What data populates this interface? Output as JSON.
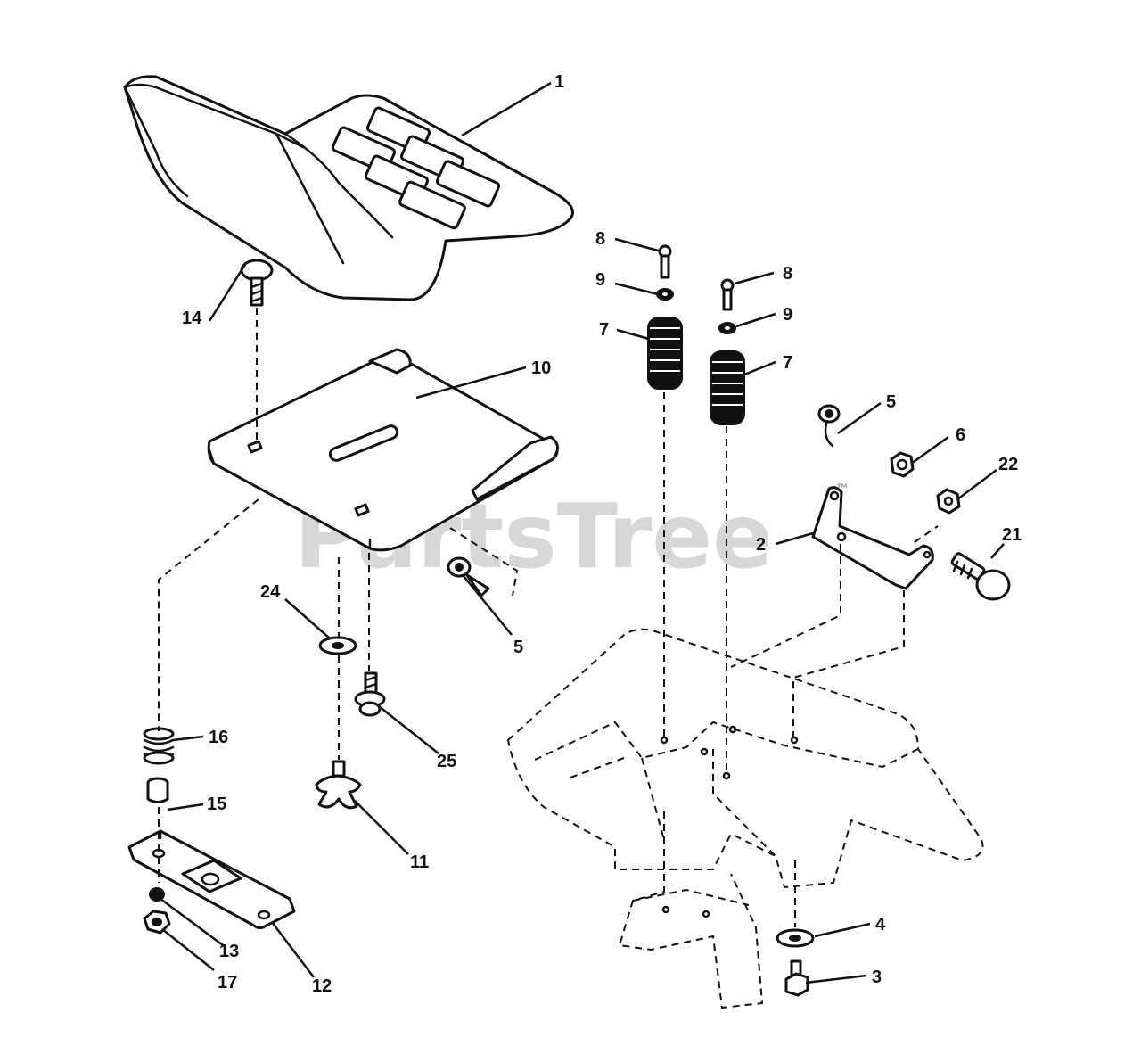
{
  "watermark": {
    "text": "PartsTree",
    "mark": "™"
  },
  "callouts": [
    {
      "id": "c1",
      "label": "1"
    },
    {
      "id": "c14",
      "label": "14"
    },
    {
      "id": "c10",
      "label": "10"
    },
    {
      "id": "c8a",
      "label": "8"
    },
    {
      "id": "c9a",
      "label": "9"
    },
    {
      "id": "c7a",
      "label": "7"
    },
    {
      "id": "c8b",
      "label": "8"
    },
    {
      "id": "c9b",
      "label": "9"
    },
    {
      "id": "c7b",
      "label": "7"
    },
    {
      "id": "c5a",
      "label": "5"
    },
    {
      "id": "c6",
      "label": "6"
    },
    {
      "id": "c22",
      "label": "22"
    },
    {
      "id": "c2",
      "label": "2"
    },
    {
      "id": "c21",
      "label": "21"
    },
    {
      "id": "c5b",
      "label": "5"
    },
    {
      "id": "c24",
      "label": "24"
    },
    {
      "id": "c25",
      "label": "25"
    },
    {
      "id": "c16",
      "label": "16"
    },
    {
      "id": "c15",
      "label": "15"
    },
    {
      "id": "c11",
      "label": "11"
    },
    {
      "id": "c13",
      "label": "13"
    },
    {
      "id": "c17",
      "label": "17"
    },
    {
      "id": "c12",
      "label": "12"
    },
    {
      "id": "c4",
      "label": "4"
    },
    {
      "id": "c3",
      "label": "3"
    }
  ]
}
